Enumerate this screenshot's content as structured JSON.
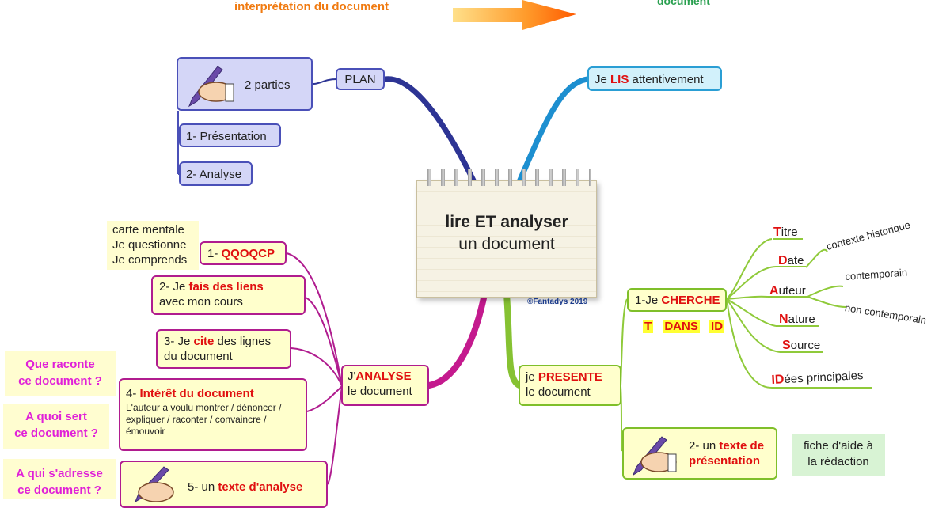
{
  "header": {
    "left_text": "interprétation du document",
    "right_text": "document"
  },
  "center": {
    "title": "lire ET analyser",
    "subtitle": "un document",
    "credit": "©Fantadys 2019"
  },
  "plan": {
    "label": "PLAN",
    "parts": "2 parties",
    "item1": "1- Présentation",
    "item2": "2- Analyse"
  },
  "lis": {
    "prefix": "Je ",
    "strong": "LIS",
    "suffix": " attentivement"
  },
  "analyse": {
    "prefix": "J'",
    "strong": "ANALYSE",
    "line2": "le document",
    "steps": [
      {
        "pre": "1- ",
        "strong": "QQOQCP"
      },
      {
        "pre": "2- Je ",
        "strong": "fais des liens",
        "line2": "avec mon cours"
      },
      {
        "pre": "3- Je ",
        "strong": "cite",
        "post": " des lignes",
        "line2": "du document"
      },
      {
        "pre": "4- ",
        "strong": "Intérêt du document",
        "detail": "L'auteur a voulu montrer / dénoncer / expliquer / raconter / convaincre / émouvoir"
      },
      {
        "pre": "5- un ",
        "strong": "texte d'analyse"
      }
    ],
    "qqoqcp_notes": [
      "carte mentale",
      "Je questionne",
      "Je comprends"
    ],
    "questions": [
      [
        "Que raconte",
        "ce document ?"
      ],
      [
        "A quoi sert",
        "ce document ?"
      ],
      [
        "A qui s'adresse",
        "ce document ?"
      ]
    ]
  },
  "presente": {
    "prefix": "je ",
    "strong": "PRESENTE",
    "line2": "le document",
    "cherche": {
      "pre": "1-Je ",
      "strong": "CHERCHE"
    },
    "mnemonic": [
      "T",
      "DANS",
      "ID"
    ],
    "criteria": [
      {
        "cap": "T",
        "rest": "itre"
      },
      {
        "cap": "D",
        "rest": "ate"
      },
      {
        "cap": "A",
        "rest": "uteur"
      },
      {
        "cap": "N",
        "rest": "ature"
      },
      {
        "cap": "S",
        "rest": "ource"
      },
      {
        "cap": "ID",
        "rest": "ées principales"
      }
    ],
    "sub_labels": [
      "contexte historique",
      "contemporain",
      "non contemporain"
    ],
    "texte": {
      "pre": "2- un ",
      "strong": "texte de",
      "strong2": "présentation"
    },
    "aide": [
      "fiche d'aide à",
      "la rédaction"
    ]
  },
  "colors": {
    "plan": "#2d3494",
    "lis": "#1d8fd0",
    "analyse": "#c41a8e",
    "presente": "#86c232",
    "accent_red": "#e01010",
    "question_magenta": "#e020d8"
  }
}
